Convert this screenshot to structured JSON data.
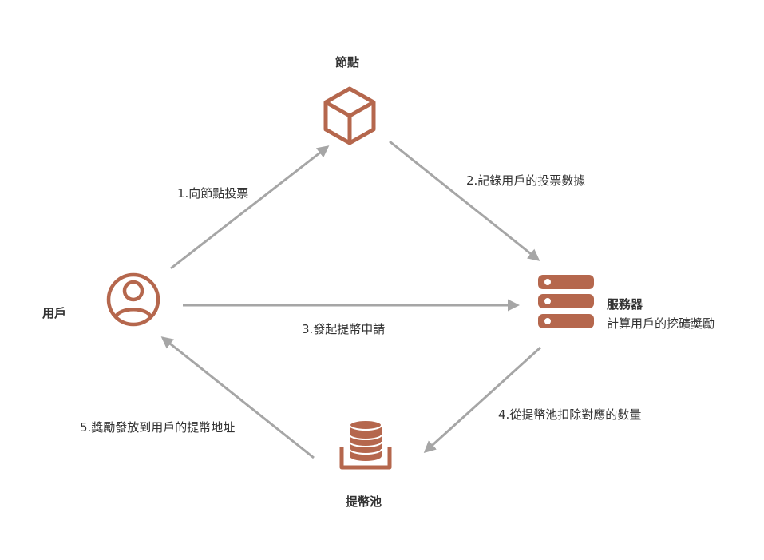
{
  "colors": {
    "icon": "#b5674d",
    "arrow": "#a6a6a6",
    "text": "#333333"
  },
  "nodes": {
    "node": {
      "title": "節點",
      "icon": "cube-icon"
    },
    "user": {
      "title": "用戶",
      "icon": "user-circle-icon"
    },
    "server": {
      "title": "服務器",
      "subtitle": "計算用戶的挖礦獎勵",
      "icon": "server-icon"
    },
    "pool": {
      "title": "提幣池",
      "icon": "database-icon"
    }
  },
  "edges": [
    {
      "id": "e1",
      "label": "1.向節點投票"
    },
    {
      "id": "e2",
      "label": "2.記錄用戶的投票數據"
    },
    {
      "id": "e3",
      "label": "3.發起提幣申請"
    },
    {
      "id": "e4",
      "label": "4.從提幣池扣除對應的數量"
    },
    {
      "id": "e5",
      "label": "5.獎勵發放到用戶的提幣地址"
    }
  ]
}
